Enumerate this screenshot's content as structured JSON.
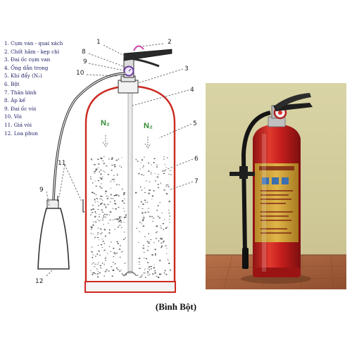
{
  "legend": [
    "1. Cụm van - quai xách",
    "2. Chốt hãm - kẹp chì",
    "3. Đai ốc cụm van",
    "4. Ống dẫn trong",
    "5. Khí đẩy (N₂)",
    "6. Bột",
    "7. Thân bình",
    "8. Áp kế",
    "9. Đai ốc vòi",
    "10. Vòi",
    "11. Giá vòi",
    "12. Loa phun"
  ],
  "callouts": [
    "1",
    "2",
    "3",
    "4",
    "5",
    "6",
    "7",
    "8",
    "9",
    "10",
    "11",
    "9",
    "12"
  ],
  "gas_label": "N₂",
  "caption": "(Bình Bột)",
  "colors": {
    "tank_outline": "#cc2a22",
    "hose": "#333333",
    "label_text": "#1b1b66",
    "gas_green": "#2f8a2f",
    "photo_red": "#c81d1d"
  }
}
